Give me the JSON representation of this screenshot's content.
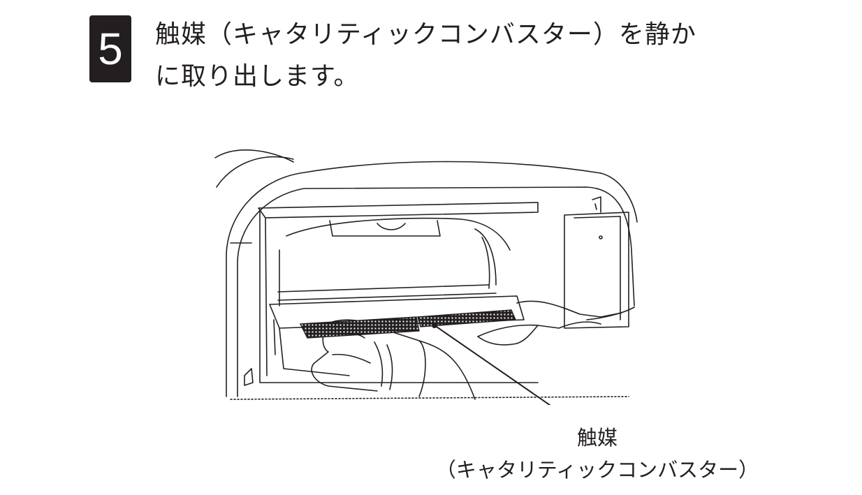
{
  "step": {
    "number": "5",
    "instruction_line1": "触媒（キャタリティックコンバスター）を静か",
    "instruction_line2": "に取り出します。"
  },
  "figure": {
    "icon": "catalytic-combustor-removal-illustration",
    "callout_line1": "触媒",
    "callout_line2": "（キャタリティックコンバスター）"
  },
  "colors": {
    "ink": "#231f20",
    "background": "#ffffff"
  }
}
